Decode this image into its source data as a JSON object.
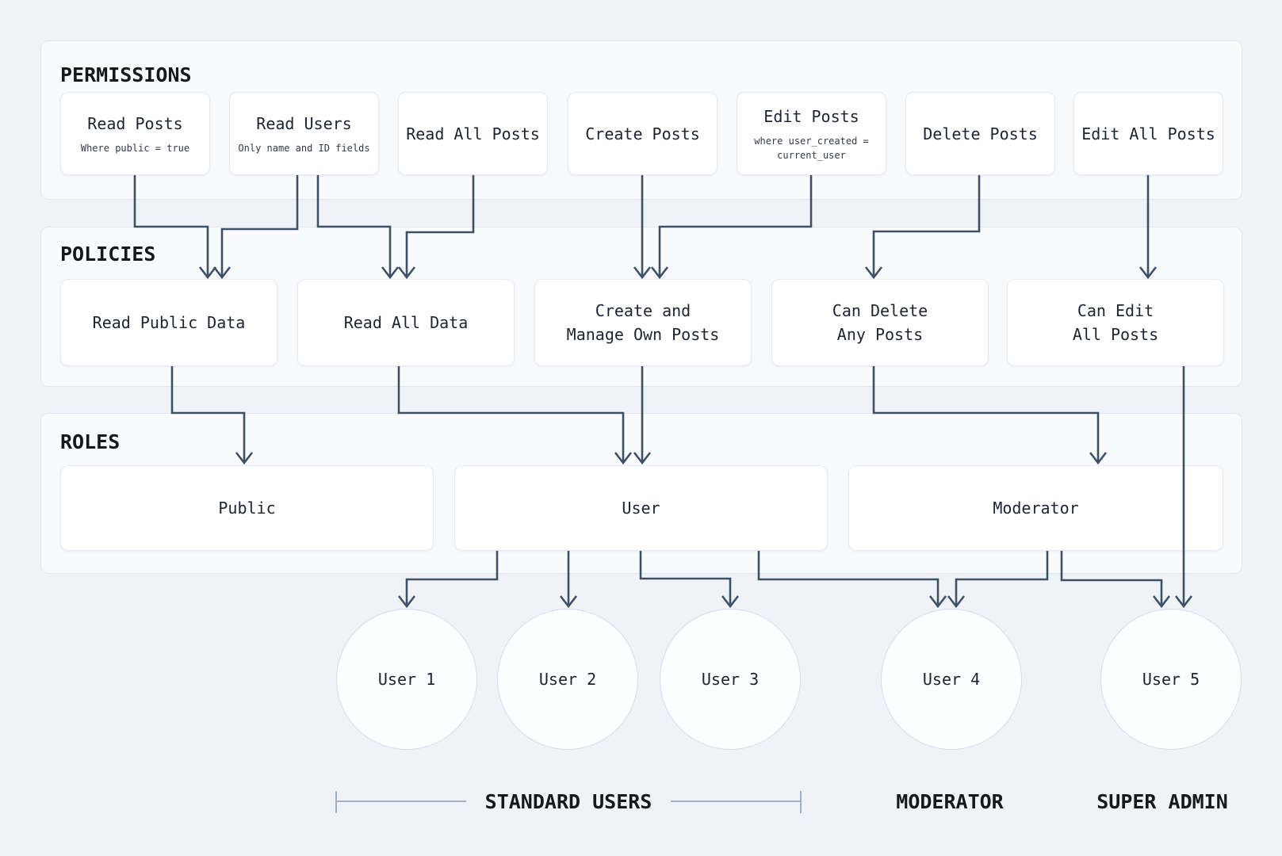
{
  "page": {
    "background": "#eff3f8"
  },
  "colors": {
    "connector": "#3e5166",
    "panel_bg": "#f8fafc",
    "panel_border": "#e2e8f0",
    "node_bg": "#ffffff",
    "node_border": "#e6ebf2",
    "circle_border": "#d3dce8",
    "bracket": "#9fb2cb",
    "title_text": "#15181f",
    "node_text": "#1d2431"
  },
  "sections": {
    "permissions": {
      "title": "PERMISSIONS",
      "boxes": [
        {
          "id": "read-posts",
          "label": "Read Posts",
          "sub": "Where public = true"
        },
        {
          "id": "read-users",
          "label": "Read Users",
          "sub": "Only name and ID fields"
        },
        {
          "id": "read-all-posts",
          "label": "Read All Posts"
        },
        {
          "id": "create-posts",
          "label": "Create Posts"
        },
        {
          "id": "edit-posts",
          "label": "Edit Posts",
          "sub": "where user_created = current_user"
        },
        {
          "id": "delete-posts",
          "label": "Delete Posts"
        },
        {
          "id": "edit-all-posts",
          "label": "Edit All Posts"
        }
      ]
    },
    "policies": {
      "title": "POLICIES",
      "boxes": [
        {
          "id": "read-public-data",
          "label": "Read Public Data"
        },
        {
          "id": "read-all-data",
          "label": "Read All Data"
        },
        {
          "id": "create-manage-own-posts",
          "label": "Create and\nManage Own Posts"
        },
        {
          "id": "can-delete-any-posts",
          "label": "Can Delete\nAny Posts"
        },
        {
          "id": "can-edit-all-posts",
          "label": "Can Edit\nAll Posts"
        }
      ]
    },
    "roles": {
      "title": "ROLES",
      "boxes": [
        {
          "id": "public",
          "label": "Public"
        },
        {
          "id": "user",
          "label": "User"
        },
        {
          "id": "moderator",
          "label": "Moderator"
        }
      ]
    }
  },
  "users": [
    {
      "id": "user-1",
      "label": "User 1"
    },
    {
      "id": "user-2",
      "label": "User 2"
    },
    {
      "id": "user-3",
      "label": "User 3"
    },
    {
      "id": "user-4",
      "label": "User 4"
    },
    {
      "id": "user-5",
      "label": "User 5"
    }
  ],
  "groups": [
    {
      "id": "standard-users",
      "label": "STANDARD USERS"
    },
    {
      "id": "moderator-group",
      "label": "MODERATOR"
    },
    {
      "id": "super-admin",
      "label": "SUPER ADMIN"
    }
  ],
  "edges": [
    {
      "from": "read-posts",
      "to": "read-public-data"
    },
    {
      "from": "read-users",
      "to": "read-public-data"
    },
    {
      "from": "read-users",
      "to": "read-all-data"
    },
    {
      "from": "read-all-posts",
      "to": "read-all-data"
    },
    {
      "from": "create-posts",
      "to": "create-manage-own-posts"
    },
    {
      "from": "edit-posts",
      "to": "create-manage-own-posts"
    },
    {
      "from": "delete-posts",
      "to": "can-delete-any-posts"
    },
    {
      "from": "edit-all-posts",
      "to": "can-edit-all-posts"
    },
    {
      "from": "read-public-data",
      "to": "public"
    },
    {
      "from": "read-all-data",
      "to": "user"
    },
    {
      "from": "create-manage-own-posts",
      "to": "user"
    },
    {
      "from": "can-delete-any-posts",
      "to": "moderator"
    },
    {
      "from": "can-edit-all-posts",
      "to": "user-5"
    },
    {
      "from": "user",
      "to": "user-1"
    },
    {
      "from": "user",
      "to": "user-2"
    },
    {
      "from": "user",
      "to": "user-3"
    },
    {
      "from": "user",
      "to": "user-4"
    },
    {
      "from": "moderator",
      "to": "user-4"
    },
    {
      "from": "moderator",
      "to": "user-5"
    }
  ]
}
